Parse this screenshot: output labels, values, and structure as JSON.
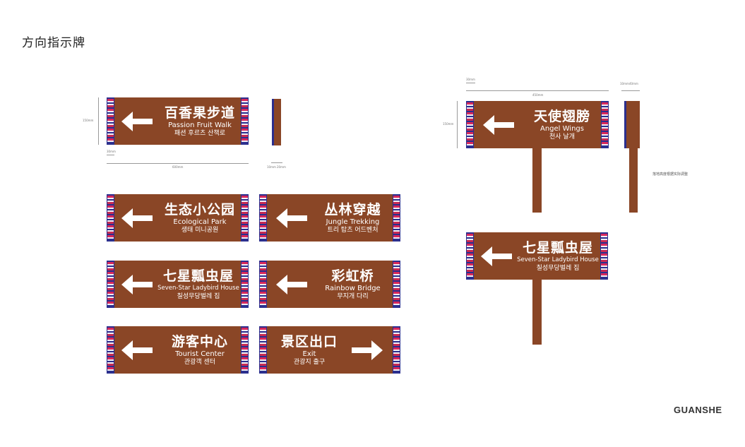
{
  "page": {
    "title": "方向指示牌",
    "brand": "GUANSHE"
  },
  "colors": {
    "board": "#8a4626",
    "band": "#2b2f8e",
    "accent": "#d8285c",
    "text": "#ffffff"
  },
  "signs": [
    {
      "zh": "百香果步道",
      "en": "Passion Fruit Walk",
      "ko": "패션 후르츠 산책로",
      "arrow": "left"
    },
    {
      "zh": "生态小公园",
      "en": "Ecological Park",
      "ko": "생태 미니공원",
      "arrow": "left"
    },
    {
      "zh": "丛林穿越",
      "en": "Jungle Trekking",
      "ko": "트리 탑츠 어드벤처",
      "arrow": "left"
    },
    {
      "zh": "七星瓢虫屋",
      "en": "Seven-Star Ladybird House",
      "ko": "칠성무당벌레 집",
      "arrow": "left"
    },
    {
      "zh": "彩虹桥",
      "en": "Rainbow Bridge",
      "ko": "무지개 다리",
      "arrow": "left"
    },
    {
      "zh": "游客中心",
      "en": "Tourist Center",
      "ko": "관광객 센터",
      "arrow": "left"
    },
    {
      "zh": "景区出口",
      "en": "Exit",
      "ko": "관광지 출구",
      "arrow": "right"
    },
    {
      "zh": "天使翅膀",
      "en": "Angel Wings",
      "ko": "천사 날개",
      "arrow": "left"
    },
    {
      "zh": "七星瓢虫屋",
      "en": "Seven-Star Ladybird House",
      "ko": "칠성무당벌레 집",
      "arrow": "left"
    }
  ],
  "dimensions": {
    "sign1_height": "150mm",
    "sign1_band": "30mm",
    "sign1_width": "600mm",
    "sign1_side_a": "10mm",
    "sign1_side_b": "20mm",
    "sign2_band": "30mm",
    "sign2_width": "450mm",
    "sign2_height": "150mm",
    "sign2_side_a": "10mm",
    "sign2_side_b": "40mm"
  },
  "note": "落地高度根据实际调整"
}
